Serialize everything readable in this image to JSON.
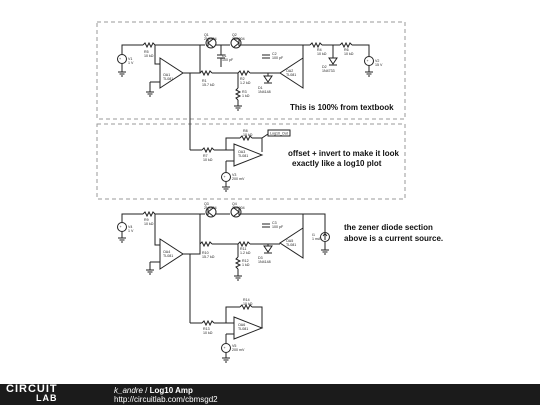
{
  "notes": {
    "textbook": "This is 100% from textbook",
    "offset": "offset + invert to make it look",
    "offset_line2": "exactly like a log10 plot",
    "zener": "the zener diode section",
    "zener_line2": "above is a current source."
  },
  "probe_label": "Log10_Out",
  "components": {
    "top": [
      {
        "ref": "R5",
        "val": "10 kΩ"
      },
      {
        "ref": "Q1",
        "val": "2N3904"
      },
      {
        "ref": "Q2",
        "val": "2N3904"
      },
      {
        "ref": "C1",
        "val": "100 pF"
      },
      {
        "ref": "C2",
        "val": "100 pF"
      },
      {
        "ref": "R1",
        "val": "15.7 kΩ"
      },
      {
        "ref": "R2",
        "val": "1.2 kΩ"
      },
      {
        "ref": "R3",
        "val": "1 kΩ"
      },
      {
        "ref": "R4",
        "val": "10 kΩ"
      },
      {
        "ref": "R6",
        "val": "10 kΩ"
      },
      {
        "ref": "D1",
        "val": "1N4148"
      },
      {
        "ref": "D2",
        "val": "1N4733"
      },
      {
        "ref": "OA1",
        "val": "TL081"
      },
      {
        "ref": "OA2",
        "val": "TL081"
      },
      {
        "ref": "V1",
        "val": "1 V"
      },
      {
        "ref": "V2",
        "val": "15 V"
      }
    ],
    "middle": [
      {
        "ref": "R7",
        "val": "10 kΩ"
      },
      {
        "ref": "R8",
        "val": "10 kΩ"
      },
      {
        "ref": "OA3",
        "val": "TL081"
      },
      {
        "ref": "V3",
        "val": "200 mV"
      }
    ],
    "bottom": [
      {
        "ref": "R9",
        "val": "10 kΩ"
      },
      {
        "ref": "Q3",
        "val": "2N3904"
      },
      {
        "ref": "Q4",
        "val": "2N3904"
      },
      {
        "ref": "C3",
        "val": "100 pF"
      },
      {
        "ref": "R10",
        "val": "15.7 kΩ"
      },
      {
        "ref": "R11",
        "val": "1.2 kΩ"
      },
      {
        "ref": "R12",
        "val": "1 kΩ"
      },
      {
        "ref": "D3",
        "val": "1N4148"
      },
      {
        "ref": "OA4",
        "val": "TL081"
      },
      {
        "ref": "OA5",
        "val": "TL081"
      },
      {
        "ref": "V4",
        "val": "1 V"
      },
      {
        "ref": "I1",
        "val": "1 mA"
      }
    ],
    "output": [
      {
        "ref": "R13",
        "val": "10 kΩ"
      },
      {
        "ref": "R14",
        "val": "10 kΩ"
      },
      {
        "ref": "OA6",
        "val": "TL081"
      },
      {
        "ref": "V5",
        "val": "200 mV"
      }
    ]
  },
  "footer": {
    "logo_line1": "CIRCUIT",
    "logo_line2": "LAB",
    "author": "k_andre",
    "separator": " / ",
    "title": "Log10 Amp",
    "url": "http://circuitlab.com/cbmsgd2"
  }
}
